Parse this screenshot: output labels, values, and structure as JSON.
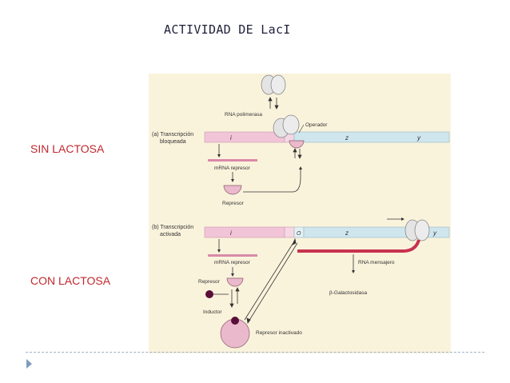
{
  "slide": {
    "title": "ACTIVIDAD DE LacI",
    "label_top": "SIN LACTOSA",
    "label_bottom": "CON LACTOSA"
  },
  "figure": {
    "top": {
      "panel_label_line1": "(a) Transcripción",
      "panel_label_line2": "bloqueada",
      "rna_pol": "RNA polimerasa",
      "operator": "Operador",
      "gene_i": "i",
      "gene_z": "z",
      "gene_y": "y",
      "mrna": "mRNA represor",
      "repressor": "Represor"
    },
    "bottom": {
      "panel_label_line1": "(b) Transcripción",
      "panel_label_line2": "activada",
      "gene_i": "i",
      "op": "O",
      "gene_z": "z",
      "gene_y": "y",
      "mrna": "mRNA represor",
      "repressor": "Represor",
      "inducer": "Inductor",
      "inactive": "Represor inactivado",
      "rna_msg": "RNA mensajero",
      "bgal": "β-Galactosidasa"
    },
    "colors": {
      "paper": "#faf3dc",
      "pink": "#f2c4d8",
      "blue": "#cfe6ee",
      "mrna_red": "#c8324f",
      "repressor": "#eab9cb",
      "inducer": "#5a0f3a",
      "pol": "#e4e4e4"
    }
  }
}
